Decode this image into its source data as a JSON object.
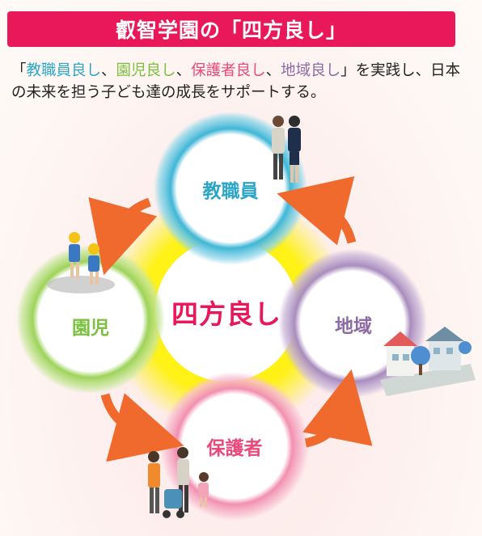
{
  "header": {
    "title": "叡智学園の「四方良し」"
  },
  "lead": {
    "open": "「",
    "staff": "教職員良し",
    "sep1": "、",
    "kids": "園児良し",
    "sep2": "、",
    "parents": "保護者良し",
    "sep3": "、",
    "region": "地域良し",
    "close": "」",
    "rest": "を実践し、日本の未来を担う子ども達の成長をサポートする。"
  },
  "diagram": {
    "center": "四方良し",
    "nodes": {
      "staff": "教職員",
      "kids": "園児",
      "region": "地域",
      "parents": "保護者"
    }
  },
  "colors": {
    "accent": "#e8185a",
    "staff": "#2ba6c9",
    "kids": "#7cc040",
    "parents": "#e94a7b",
    "region": "#8d6aa4",
    "arrow": "#ef6a2c",
    "center_glow": "#fff200"
  },
  "icons": [
    "staff-people-illustration",
    "children-illustration",
    "family-stroller-illustration",
    "houses-illustration"
  ]
}
